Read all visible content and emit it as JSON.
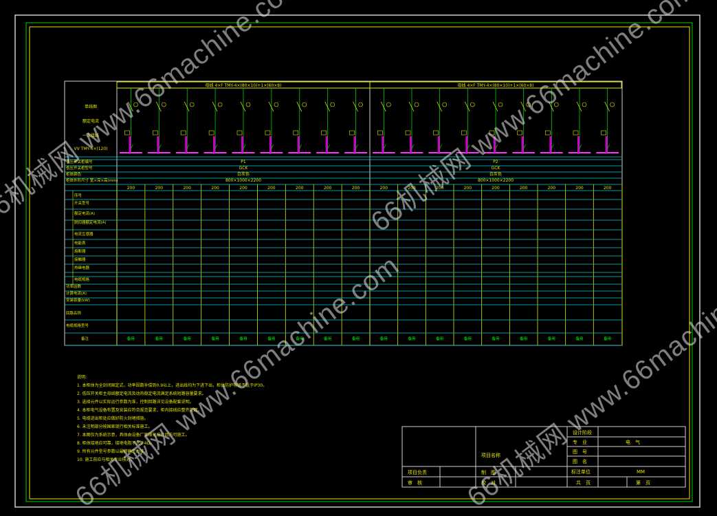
{
  "title_block": {
    "design_stage": "设计阶段",
    "discipline_label": "专　业",
    "discipline_value": "电　气",
    "drawing_no_label": "图　号",
    "drawing_name_label": "图　名",
    "standard_label": "标注单位",
    "standard_value": "MM",
    "total_pages_label": "共　页",
    "page_label": "第　页",
    "project_name_label": "项目名称",
    "project_lead_label": "项目负责",
    "drawn_label": "制　图",
    "review_label": "审　核",
    "check_label": "校　对"
  },
  "diagram": {
    "bus_left": "母线 4×F  TMY-4×(80×10)+1×(60×8)",
    "bus_right": "母线 4×F  TMY-4×(80×10)+1×(60×8)",
    "incoming": "VV  TMY-4×(120)",
    "left_labels": [
      "单线图",
      "额定电流",
      "一次接线"
    ],
    "section_rows": [
      "低压开关柜编号",
      "低压开关柜型号",
      "柜体颜色",
      "柜体外形尺寸 宽×深×高(mm)"
    ],
    "section_values_left": [
      "P1",
      "GCK",
      "白灰色",
      "800×1000×2200"
    ],
    "section_values_right": [
      "P2",
      "GCK",
      "白灰色",
      "800×1000×2200"
    ],
    "widths_left": [
      "200",
      "200",
      "200",
      "200",
      "200",
      "200",
      "200",
      "200",
      "200"
    ],
    "widths_right": [
      "200",
      "200",
      "200",
      "200",
      "200",
      "200",
      "200",
      "200",
      "200"
    ],
    "side_labels": [
      "序号",
      "开关型号",
      "额定电流(A)",
      "脱扣器额定电流(A)",
      "电流互感器",
      "电能表",
      "熔断器",
      "接触器",
      "热继电器",
      "电缆规格"
    ],
    "lower_rows": [
      "功率因数",
      "计算电流(A)",
      "安装容量(kW)",
      "回路名称",
      "电缆规格型号",
      "备注"
    ],
    "footer_note": "备用"
  },
  "notes": {
    "title": "说明:",
    "items": [
      "1. 本柜体为全封闭固定式，功率因数补偿到0.9以上，进出线均为下进下出，柜体防护等级不低于IP30。",
      "2. 低压开关柜主母线额定电流及动热稳定电流满足系统短路容量要求。",
      "3. 选择元件以实际运行参数为准，控制回路详见设备配套说明。",
      "4. 本柜电气设备布置及安装应符合规范要求，柜内接线应整齐美观。",
      "5. 电缆进出柜处应做好防火封堵措施。",
      "6. 未注明部分按国家现行相关标准施工。",
      "7. 本图仅为系统示意，具体由设备厂家深化设计后方可施工。",
      "8. 柜体接地应可靠，接地电阻不大于4Ω。",
      "9. 所有元件型号参数以最终确定为准。",
      "10. 施工前应与相关专业核对。"
    ]
  },
  "watermark": "66机械网 www.66machine.com"
}
